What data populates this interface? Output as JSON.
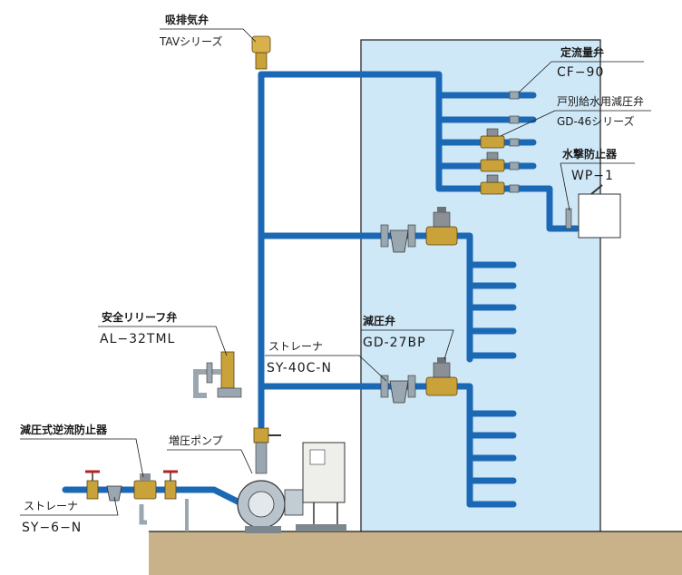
{
  "labels": {
    "air_valve_name": "吸排気弁",
    "air_valve_model": "TAVシリーズ",
    "constant_flow_valve_name": "定流量弁",
    "constant_flow_valve_model": "CF−90",
    "household_prv_name": "戸別給水用減圧弁",
    "household_prv_model": "GD-46シリーズ",
    "water_hammer_arrester_name": "水撃防止器",
    "water_hammer_arrester_model": "WP−1",
    "safety_relief_valve_name": "安全リリーフ弁",
    "safety_relief_valve_model": "AL−32TML",
    "strainer_upper_name": "ストレーナ",
    "strainer_upper_model": "SY-40C-N",
    "prv_name": "減圧弁",
    "prv_model": "GD-27BP",
    "backflow_preventer_name": "減圧式逆流防止器",
    "booster_pump_name": "増圧ポンプ",
    "strainer_lower_name": "ストレーナ",
    "strainer_lower_model": "SY−6−N"
  },
  "colors": {
    "pipe": "#1b69b5",
    "building": "#cfe8f7",
    "ground": "#c9b28a",
    "valve": "#c9a23a",
    "steel": "#9aa7b0"
  }
}
